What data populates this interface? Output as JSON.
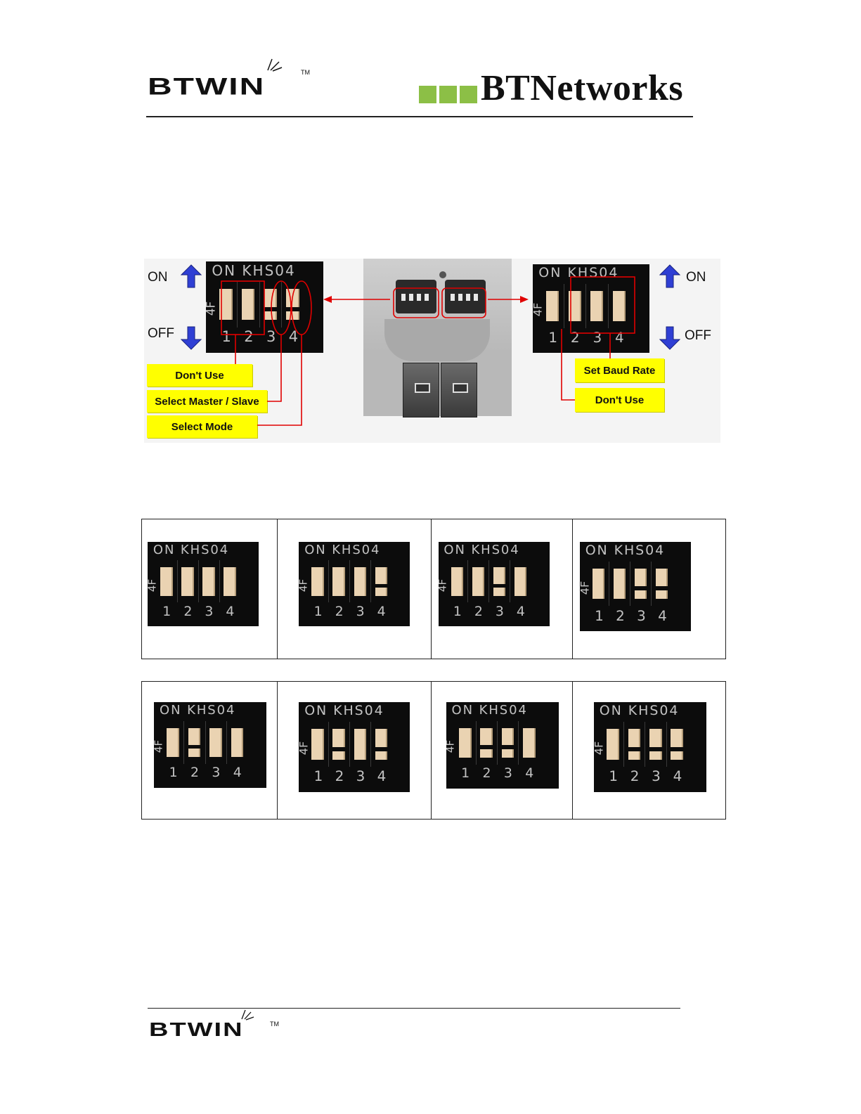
{
  "header": {
    "logo_text": "BTWIN",
    "logo_tm": "TM",
    "brand_name": "BTNetworks"
  },
  "footer": {
    "logo_text": "BTWIN",
    "logo_tm": "TM"
  },
  "dip": {
    "header_text": "ON KHS04",
    "numbers": [
      "1",
      "2",
      "3",
      "4"
    ],
    "side_label": "4F"
  },
  "diagram": {
    "left_on": "ON",
    "left_off": "OFF",
    "right_on": "ON",
    "right_off": "OFF",
    "left_callouts": [
      "Don't Use",
      "Select Master / Slave",
      "Select Mode"
    ],
    "right_callouts": [
      "Set Baud Rate",
      "Don't Use"
    ]
  },
  "tables": [
    {
      "rows": [
        [
          1,
          1,
          1,
          1
        ],
        [
          1,
          1,
          1,
          0
        ],
        [
          1,
          1,
          0,
          1
        ],
        [
          1,
          1,
          0,
          0
        ]
      ]
    },
    {
      "rows": [
        [
          1,
          0,
          1,
          1
        ],
        [
          1,
          0,
          1,
          0
        ],
        [
          1,
          0,
          0,
          1
        ],
        [
          1,
          0,
          0,
          0
        ]
      ]
    }
  ],
  "colors": {
    "switch_body": "#0c0c0c",
    "switch_toggle": "#ead3b2",
    "callout_bg": "#ffff00",
    "highlight": "#e00000",
    "arrow_blue": "#2f3fd4",
    "brand_green": "#8cbf46"
  }
}
